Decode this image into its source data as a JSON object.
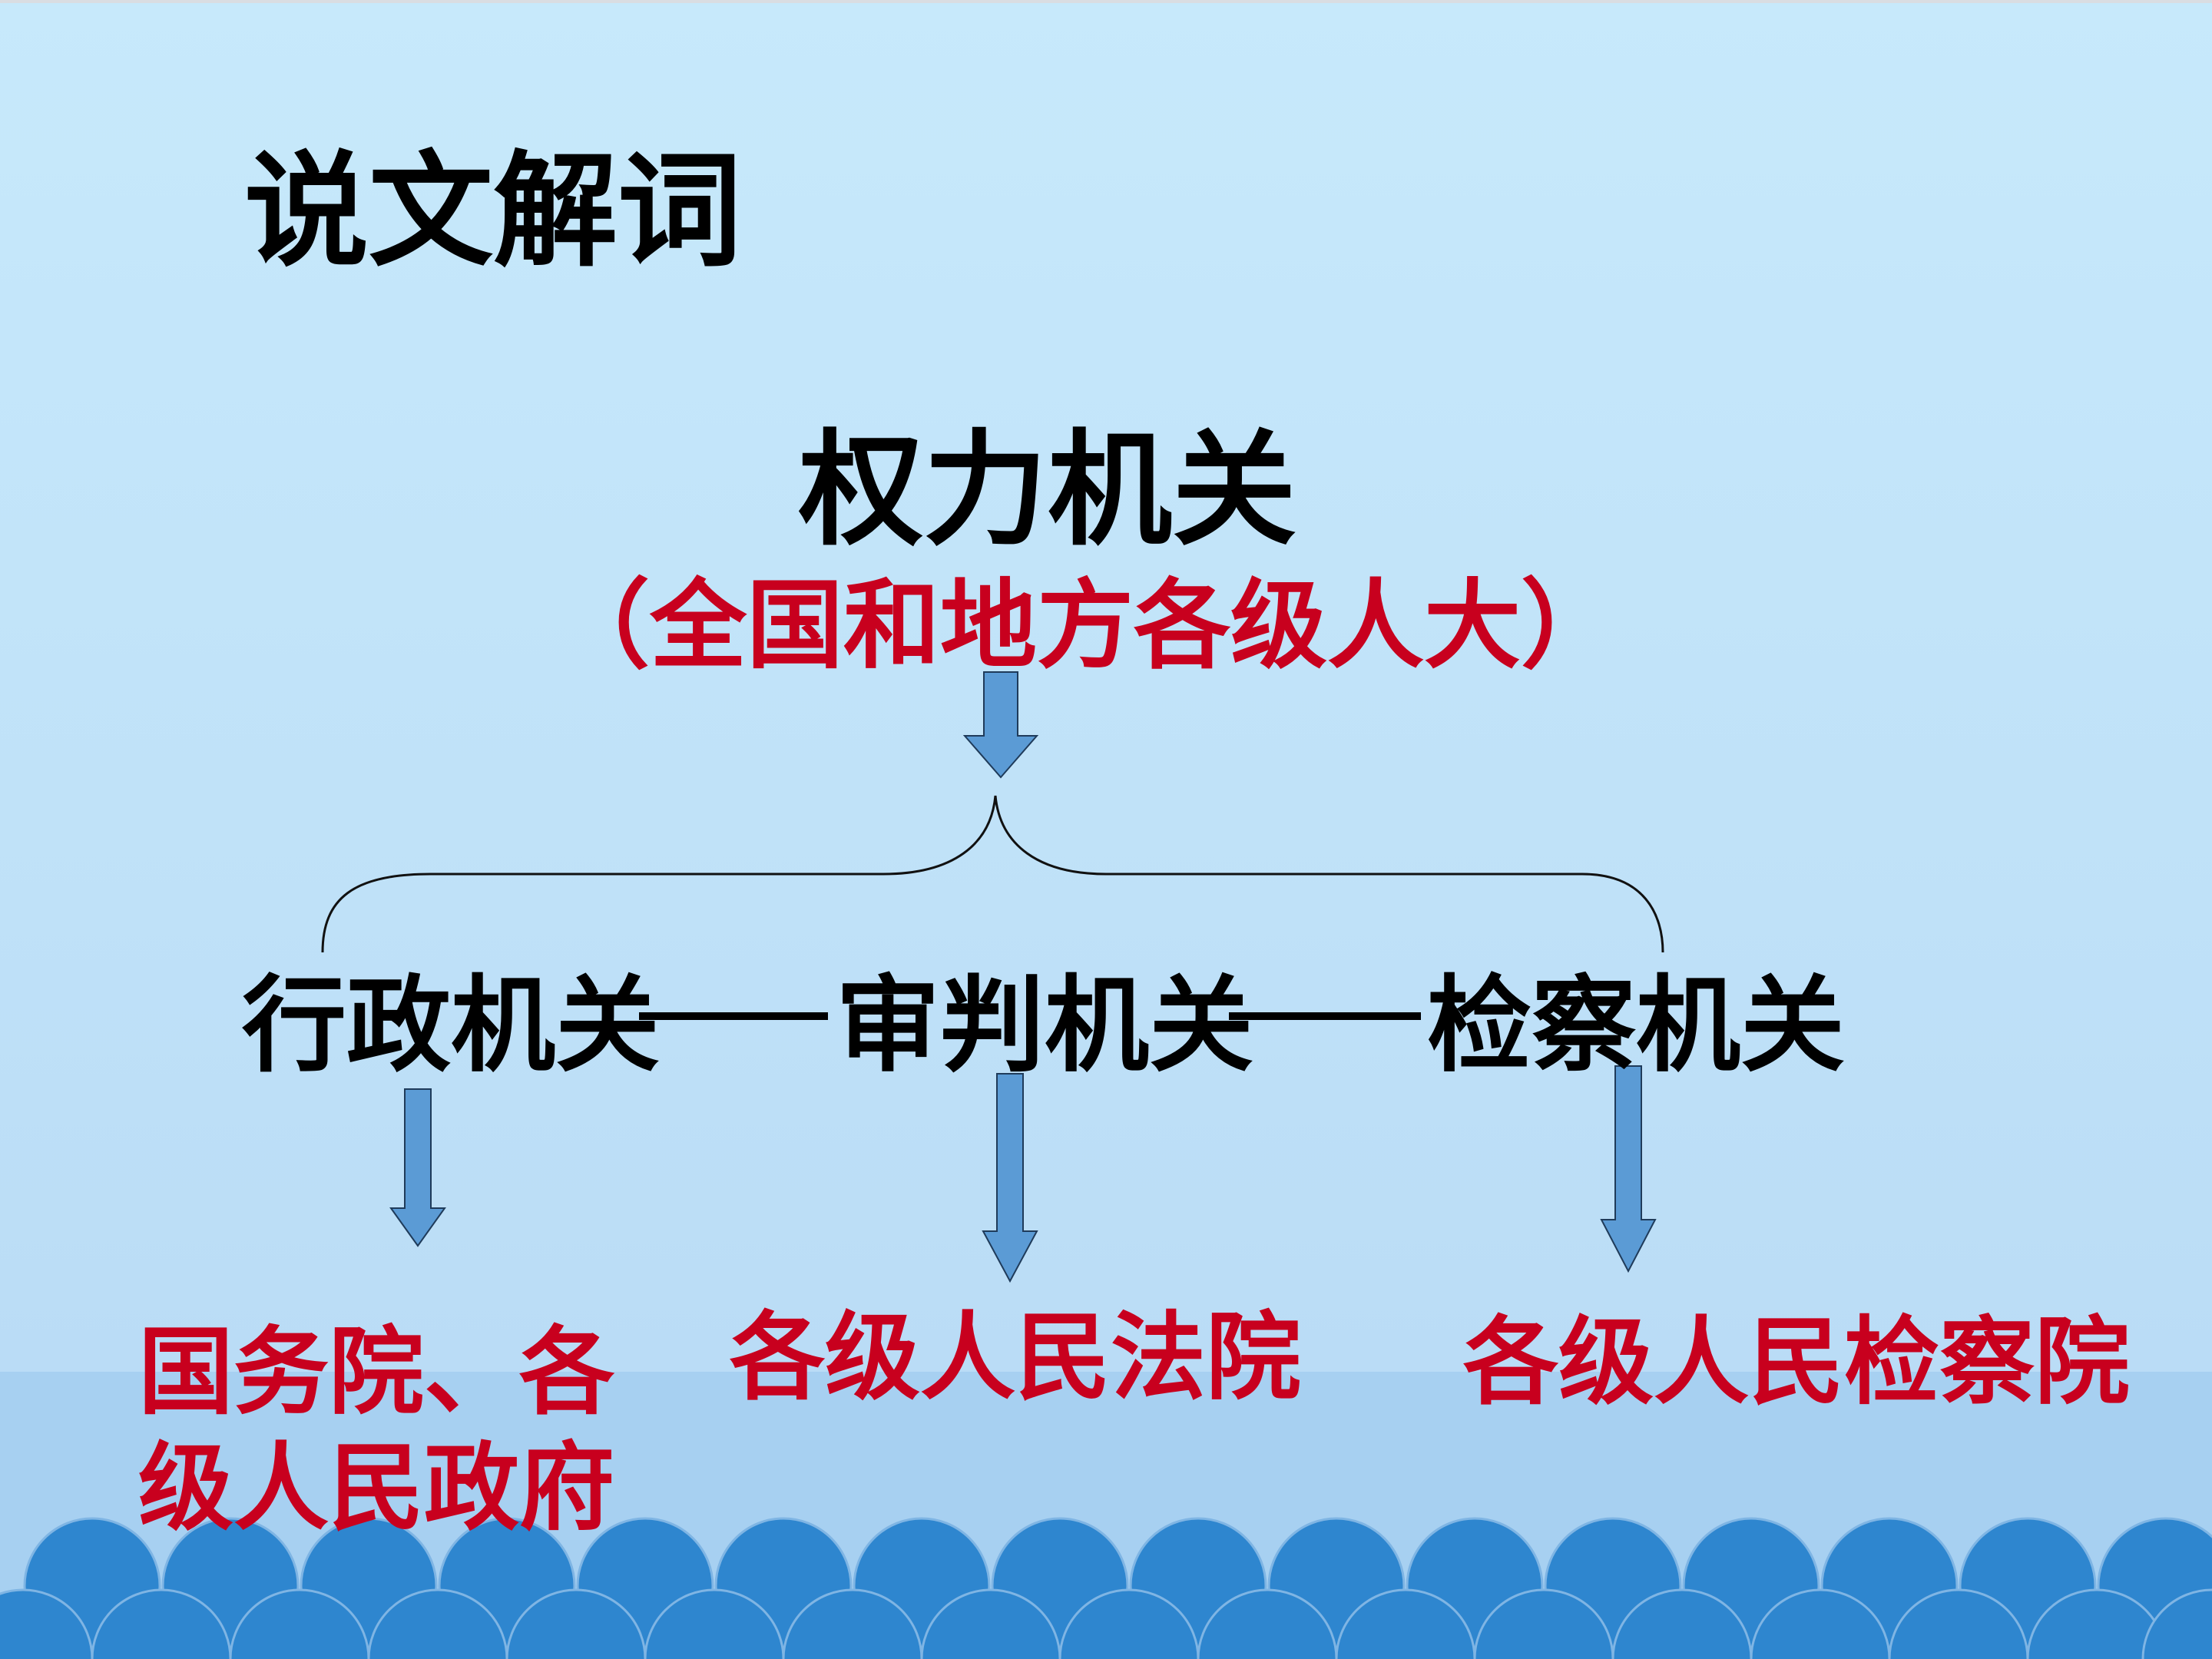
{
  "heading": "说文解词",
  "root": {
    "title": "权力机关",
    "subtitle": "（全国和地方各级人大）"
  },
  "branches": [
    "行政机关",
    "审判机关",
    "检察机关"
  ],
  "leaves": [
    "国务院、各级人民政府",
    "各级人民法院",
    "各级人民检察院"
  ],
  "colors": {
    "accent_text": "#c8001e",
    "arrow_fill": "#5b9bd5",
    "wave_fill": "#2e86cf",
    "background": "#c7e9fb"
  }
}
